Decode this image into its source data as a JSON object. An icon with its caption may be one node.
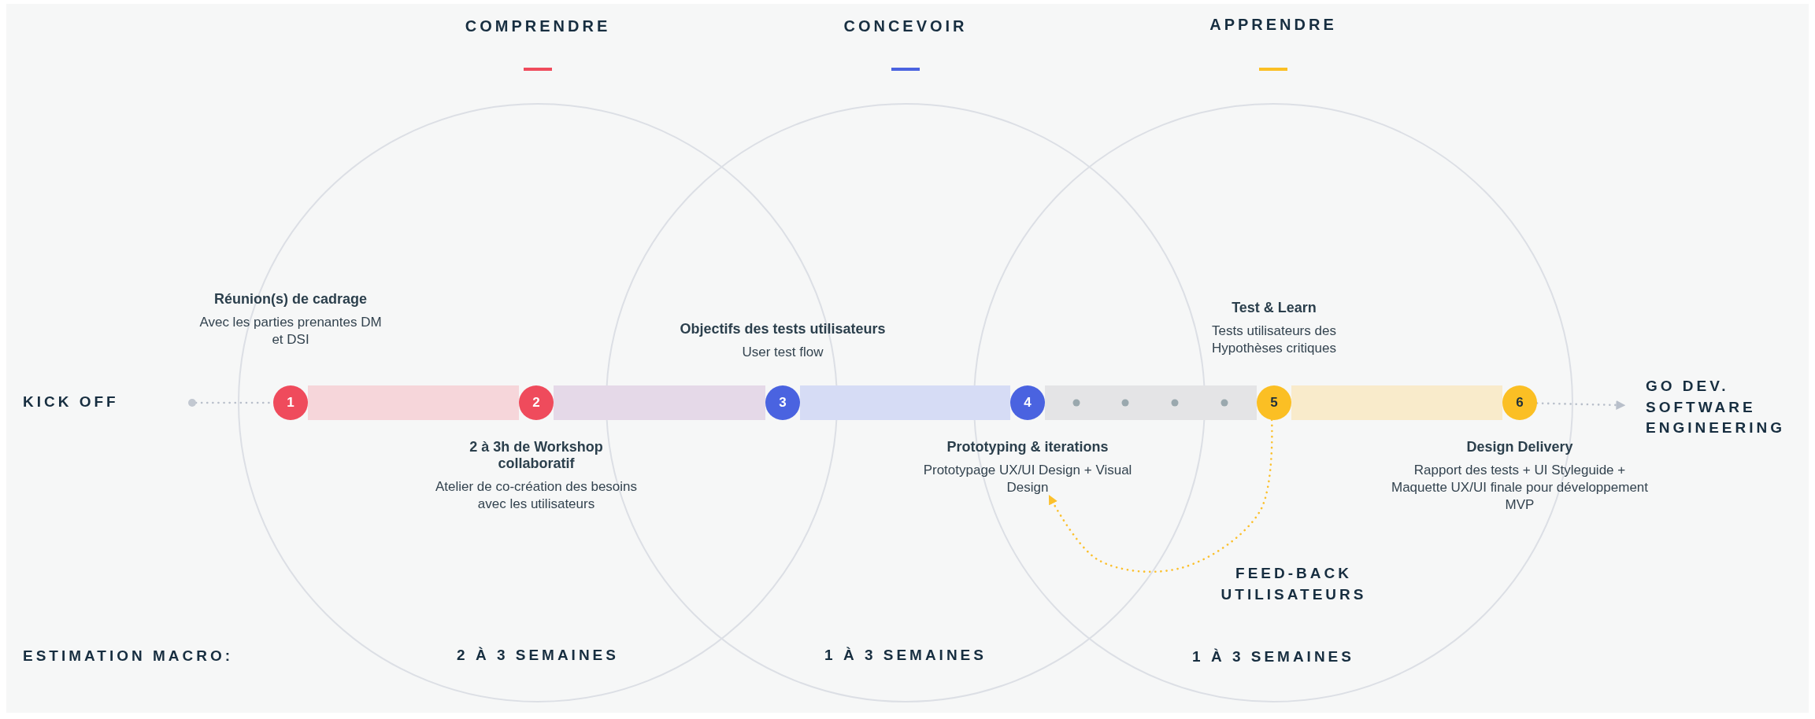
{
  "diagram": {
    "nodes": [
      {
        "text": [],
        "shape": "circle"
      },
      {
        "text": [
          "1"
        ]
      },
      {
        "text": [
          "2"
        ]
      },
      {
        "text": [
          "3"
        ]
      },
      {
        "text": [
          "4"
        ]
      },
      {
        "text": [
          "5"
        ]
      },
      {
        "text": [
          "6"
        ]
      },
      {
        "text": [
          "Réunion(s) de cadrage",
          "Avec les parties prenantes DM et DSI"
        ]
      },
      {
        "text": [
          "2 à 3h de Workshop collaboratif",
          "Atelier de co-création des besoins avec les utilisateurs"
        ]
      },
      {
        "text": [
          "Objectifs des tests utilisateurs",
          "User test flow"
        ]
      },
      {
        "text": [
          "Prototyping & iterations",
          "Prototypage UX/UI Design + Visual Design"
        ]
      },
      {
        "text": [
          "Test & Learn",
          "Tests utilisateurs des Hypothèses critiques"
        ]
      },
      {
        "text": [
          "Design Delivery",
          "Rapport des tests + UI Styleguide + Maquette UX/UI finale pour développement MVP"
        ]
      },
      {
        "text": [
          "GO DEV. SOFTWARE ENGINEERING"
        ]
      }
    ],
    "edges": [
      {
        "from": 0,
        "to": 1,
        "arrow": "none",
        "style": "dashed",
        "color": "#b8bfca"
      },
      {
        "from": 1,
        "to": 2,
        "arrow": "none",
        "color": "#f6d6da"
      },
      {
        "from": 2,
        "to": 3,
        "arrow": "none",
        "color": "#e5d9e8"
      },
      {
        "from": 3,
        "to": 4,
        "arrow": "none",
        "color": "#d6dcf5"
      },
      {
        "from": 4,
        "to": 5,
        "arrow": "none",
        "color": "#e4e4e6"
      },
      {
        "from": 5,
        "to": 6,
        "arrow": "none",
        "color": "#f9ebcb"
      },
      {
        "from": 6,
        "to": 13,
        "arrow": "to",
        "style": "dashed",
        "color": "#b8bfca"
      },
      {
        "from": 5,
        "to": 10,
        "arrow": "to",
        "style": "dashed",
        "color": "#fbc02d",
        "label": "FEED-BACK UTILISATEURS"
      }
    ],
    "labels": [
      "COMPRENDRE",
      "CONCEVOIR",
      "APPRENDRE",
      "KICK OFF",
      "ESTIMATION MACRO:",
      "2 À 3 SEMAINES",
      "1 À 3 SEMAINES",
      "1 À 3 SEMAINES"
    ]
  }
}
